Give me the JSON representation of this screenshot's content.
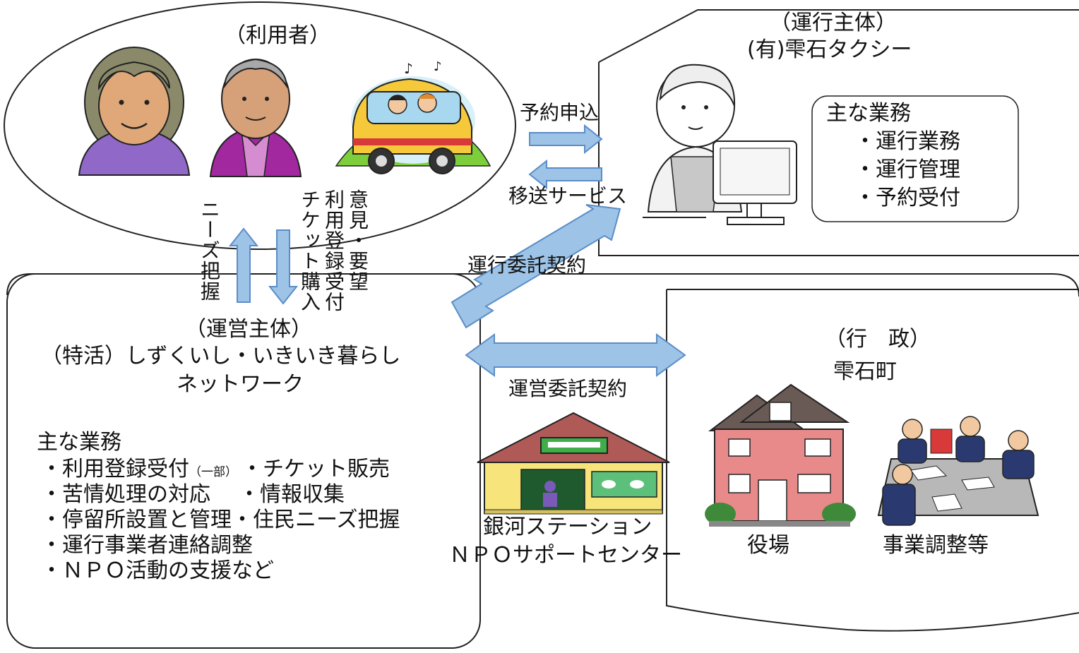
{
  "colors": {
    "arrow_fill": "#9dc3e6",
    "arrow_stroke": "#5b8dc8",
    "outline": "#222222",
    "station_roof": "#b05a58",
    "station_wall": "#f7e57c",
    "station_sign": "#3fae4a",
    "townhall_wall": "#e98a8a",
    "townhall_roof": "#6a5a55",
    "bus_body": "#f5c93a",
    "grass": "#7ccf3b"
  },
  "users": {
    "title": "（利用者）"
  },
  "operator": {
    "title_line1": "（運行主体）",
    "title_line2": "(有)雫石タクシー",
    "duties_title": "主な業務",
    "duties": [
      "・運行業務",
      "・運行管理",
      "・予約受付"
    ]
  },
  "manager": {
    "title_line1": "（運営主体）",
    "title_line2": "（特活）しずくいし・いきいき暮らし",
    "title_line3": "ネットワーク",
    "duties_title": "主な業務",
    "duty_row1_a": "・利用登録受付",
    "duty_row1_note": "（一部）",
    "duty_row1_b": "・チケット販売",
    "duty_row2_a": "・苦情処理の対応",
    "duty_row2_b": "・情報収集",
    "duty_row3": "・停留所設置と管理・住民ニーズ把握",
    "duty_row4": "・運行事業者連絡調整",
    "duty_row5": "・ＮＰＯ活動の支援など"
  },
  "government": {
    "title_line1": "（行　政）",
    "title_line2": "雫石町",
    "townhall_label": "役場",
    "meeting_label": "事業調整等"
  },
  "station": {
    "label_line1": "銀河ステーション",
    "label_line2": "ＮＰＯサポートセンター"
  },
  "flows": {
    "reservation": "予約申込",
    "transport": "移送サービス",
    "operation_contract": "運行委託契約",
    "management_contract": "運営委託契約",
    "needs": "ニーズ把握",
    "feedback_col1": "意見・要望",
    "feedback_col2": "利用登録受付",
    "feedback_col3": "チケット購入"
  }
}
